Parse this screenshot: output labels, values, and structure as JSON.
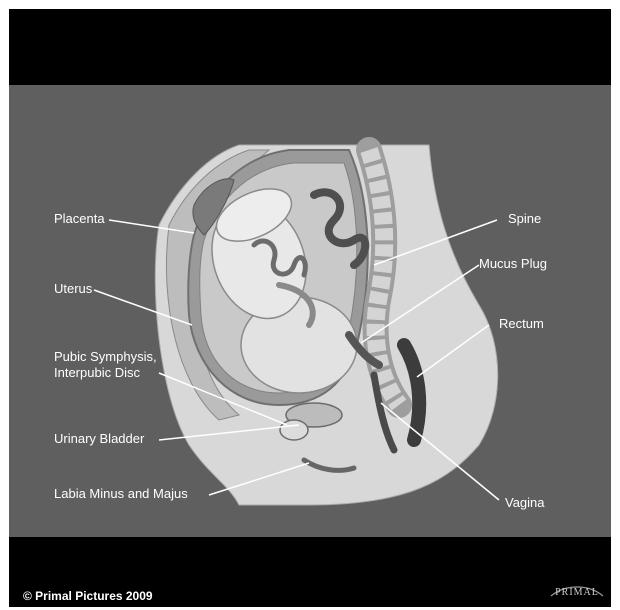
{
  "labels": {
    "placenta": "Placenta",
    "uterus": "Uterus",
    "pubic_symphysis": "Pubic Symphysis, Interpubic Disc",
    "urinary_bladder": "Urinary Bladder",
    "labia": "Labia Minus and Majus",
    "spine": "Spine",
    "mucus_plug": "Mucus Plug",
    "rectum": "Rectum",
    "vagina": "Vagina"
  },
  "footer": {
    "copyright": "© Primal Pictures 2009",
    "logo_text": "PRIMAL"
  }
}
